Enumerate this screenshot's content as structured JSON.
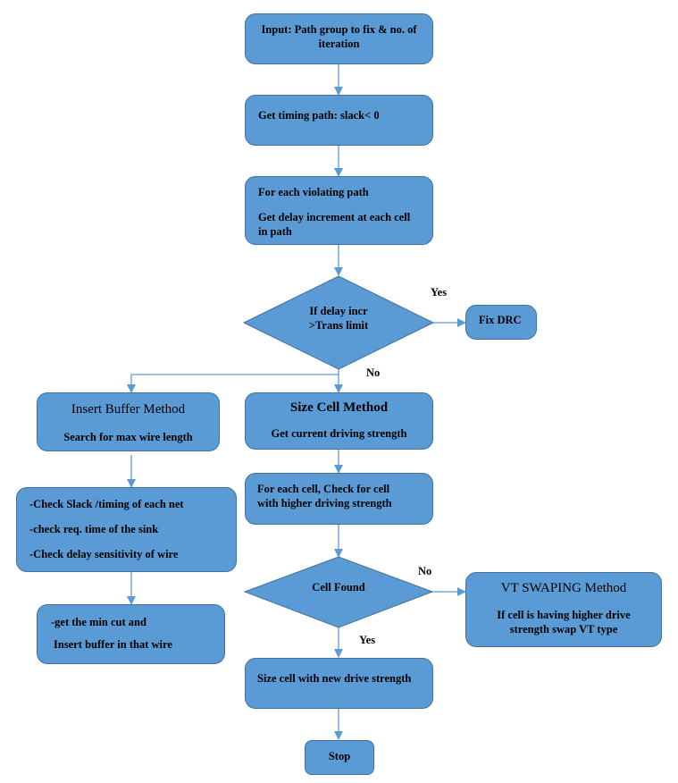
{
  "colors": {
    "fill": "#5b9bd5",
    "stroke": "#41719c",
    "arrow": "#5b9bd5"
  },
  "nodes": {
    "input": {
      "lines": [
        "Input: Path group to fix & no. of",
        "iteration"
      ]
    },
    "get_timing": {
      "lines": [
        "Get timing path: slack< 0"
      ]
    },
    "for_each_path": {
      "lines": [
        "For each violating path",
        "Get delay increment at each cell",
        "in path"
      ]
    },
    "decision_delay": {
      "lines": [
        "If delay incr",
        ">Trans limit"
      ]
    },
    "fix_drc": {
      "lines": [
        "Fix DRC"
      ]
    },
    "insert_buffer": {
      "title": "Insert Buffer Method",
      "lines": [
        "Search for max wire length"
      ]
    },
    "check_slack": {
      "lines": [
        "-Check Slack /timing of each net",
        "-check req. time of the sink",
        "-Check delay sensitivity of wire"
      ]
    },
    "min_cut": {
      "lines": [
        "-get the min cut and",
        "Insert buffer in that wire"
      ]
    },
    "size_cell": {
      "title": "Size Cell Method",
      "lines": [
        "Get current driving strength"
      ]
    },
    "for_each_cell": {
      "lines": [
        "For each cell, Check for cell",
        "with higher driving strength"
      ]
    },
    "decision_cell": {
      "lines": [
        "Cell Found"
      ]
    },
    "vt_swap": {
      "title": "VT SWAPING Method",
      "lines": [
        "If cell is having higher drive",
        "strength swap VT type"
      ]
    },
    "size_new": {
      "lines": [
        "Size cell with new drive strength"
      ]
    },
    "stop": {
      "lines": [
        "Stop"
      ]
    }
  },
  "edge_labels": {
    "delay_yes": "Yes",
    "delay_no": "No",
    "cell_no": "No",
    "cell_yes": "Yes"
  }
}
